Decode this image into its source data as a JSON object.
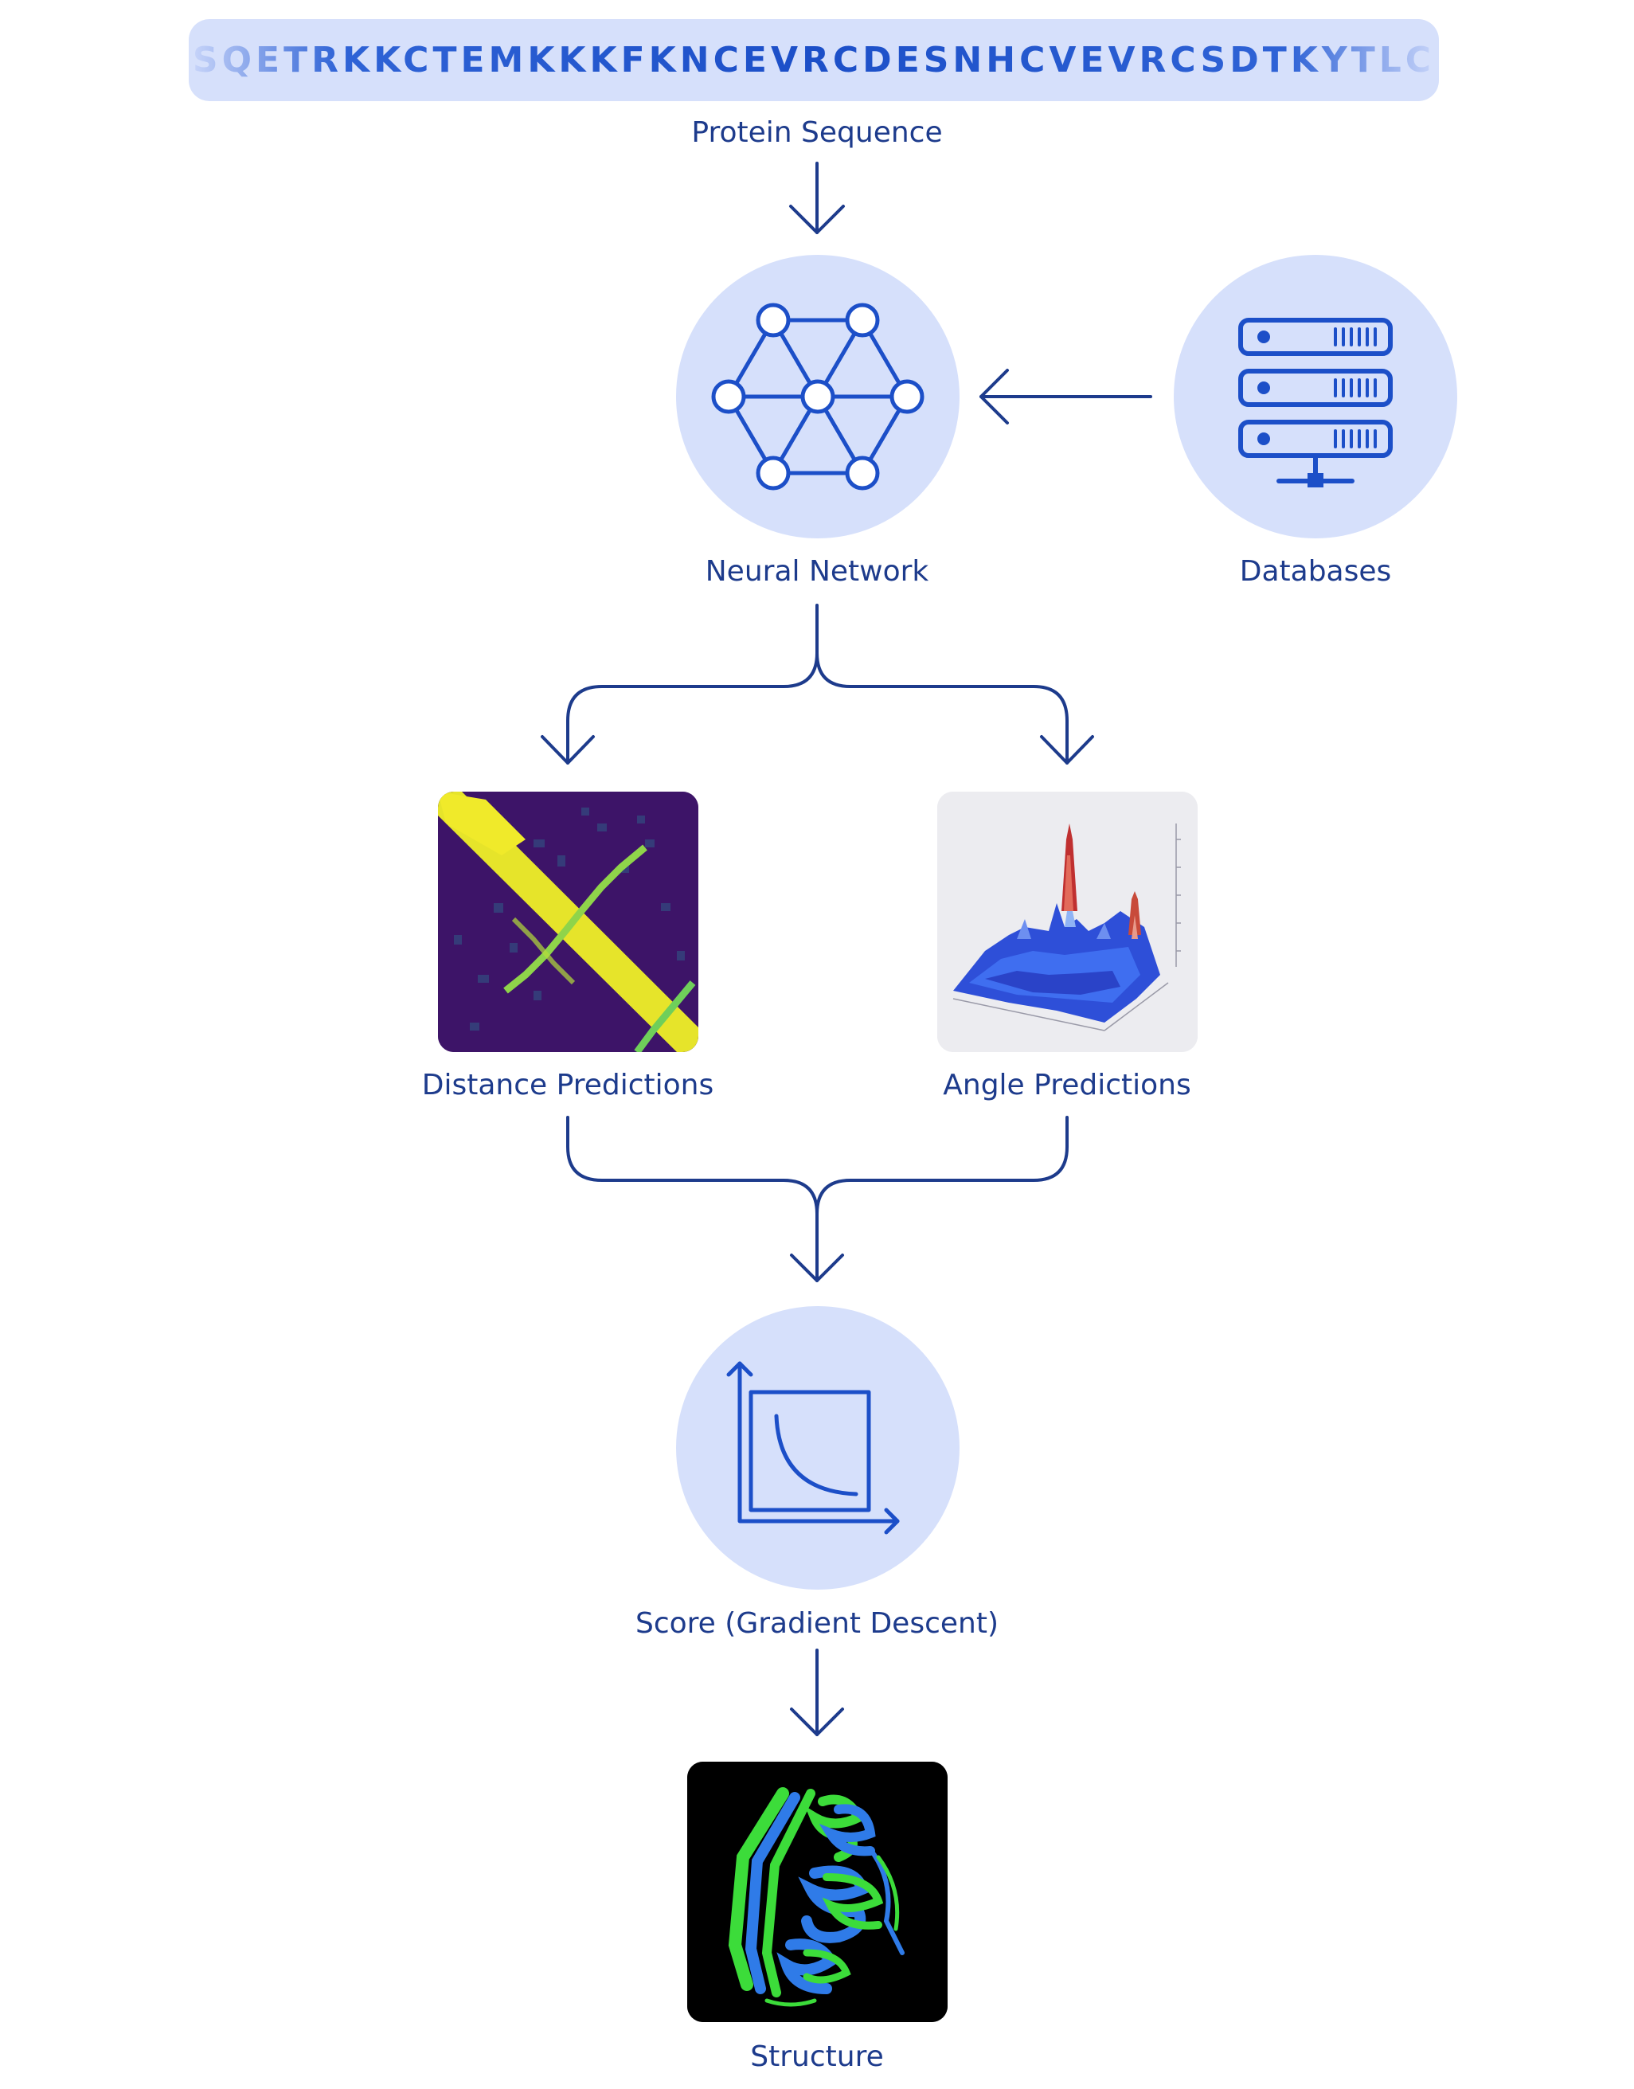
{
  "sequence": "SQETRKKCTEMKKKFKNCEVRCDESNHCVEVRCSDTKYTLC",
  "labels": {
    "protein_sequence": "Protein Sequence",
    "neural_network": "Neural Network",
    "databases": "Databases",
    "distance_predictions": "Distance Predictions",
    "angle_predictions": "Angle Predictions",
    "score": "Score (Gradient Descent)",
    "structure": "Structure"
  },
  "colors": {
    "circle_fill": "#d6e0fb",
    "icon_stroke": "#1c4fc8",
    "arrow": "#1d3b8c"
  }
}
